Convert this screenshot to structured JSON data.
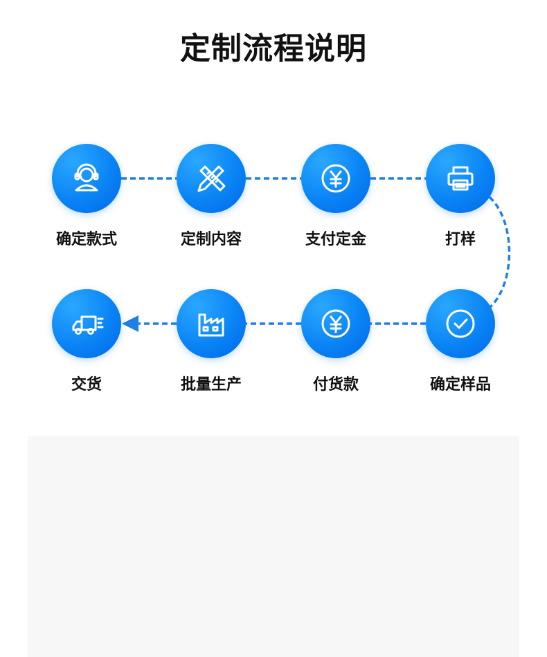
{
  "page": {
    "title": "定制流程说明"
  },
  "steps": [
    {
      "label": "确定款式",
      "icon": "customer-service-headset-icon"
    },
    {
      "label": "定制内容",
      "icon": "pencil-ruler-icon"
    },
    {
      "label": "支付定金",
      "icon": "yuan-coin-icon"
    },
    {
      "label": "打样",
      "icon": "printer-icon"
    },
    {
      "label": "确定样品",
      "icon": "check-circle-icon"
    },
    {
      "label": "付货款",
      "icon": "yuan-coin-icon"
    },
    {
      "label": "批量生产",
      "icon": "factory-icon"
    },
    {
      "label": "交货",
      "icon": "delivery-truck-icon"
    }
  ],
  "colors": {
    "accent": "#0a84f5",
    "connector": "#1f7fe6",
    "panel": "#f7f7f7"
  }
}
